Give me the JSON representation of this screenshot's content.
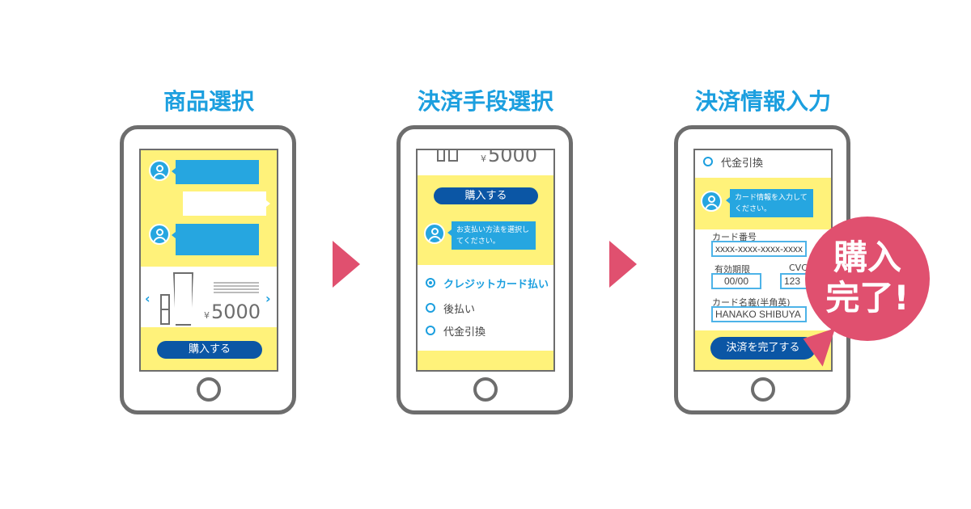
{
  "steps": [
    {
      "title": "商品選択",
      "price_symbol": "¥",
      "price": "5000",
      "buy_button": "購入する"
    },
    {
      "title": "決済手段選択",
      "price_symbol": "¥",
      "price": "5000",
      "buy_button": "購入する",
      "message": "お支払い方法を選択してください。",
      "options": [
        {
          "label": "クレジットカード払い",
          "selected": true
        },
        {
          "label": "後払い",
          "selected": false
        },
        {
          "label": "代金引換",
          "selected": false
        }
      ]
    },
    {
      "title": "決済情報入力",
      "option": "代金引換",
      "message": "カード情報を入力してください。",
      "card_number_label": "カード番号",
      "card_number": "xxxx-xxxx-xxxx-xxxx",
      "expiry_label": "有効期限",
      "expiry": "00/00",
      "cvc_label": "CVC",
      "cvc": "123",
      "name_label": "カード名義(半角英)",
      "name": "HANAKO SHIBUYA",
      "complete_button": "決済を完了する"
    }
  ],
  "badge": {
    "line1": "購入",
    "line2": "完了!"
  },
  "colors": {
    "title": "#1c9fdf",
    "yellow": "#fff27a",
    "bubble": "#26a6e0",
    "button": "#0b56a5",
    "accent": "#e0506f"
  }
}
